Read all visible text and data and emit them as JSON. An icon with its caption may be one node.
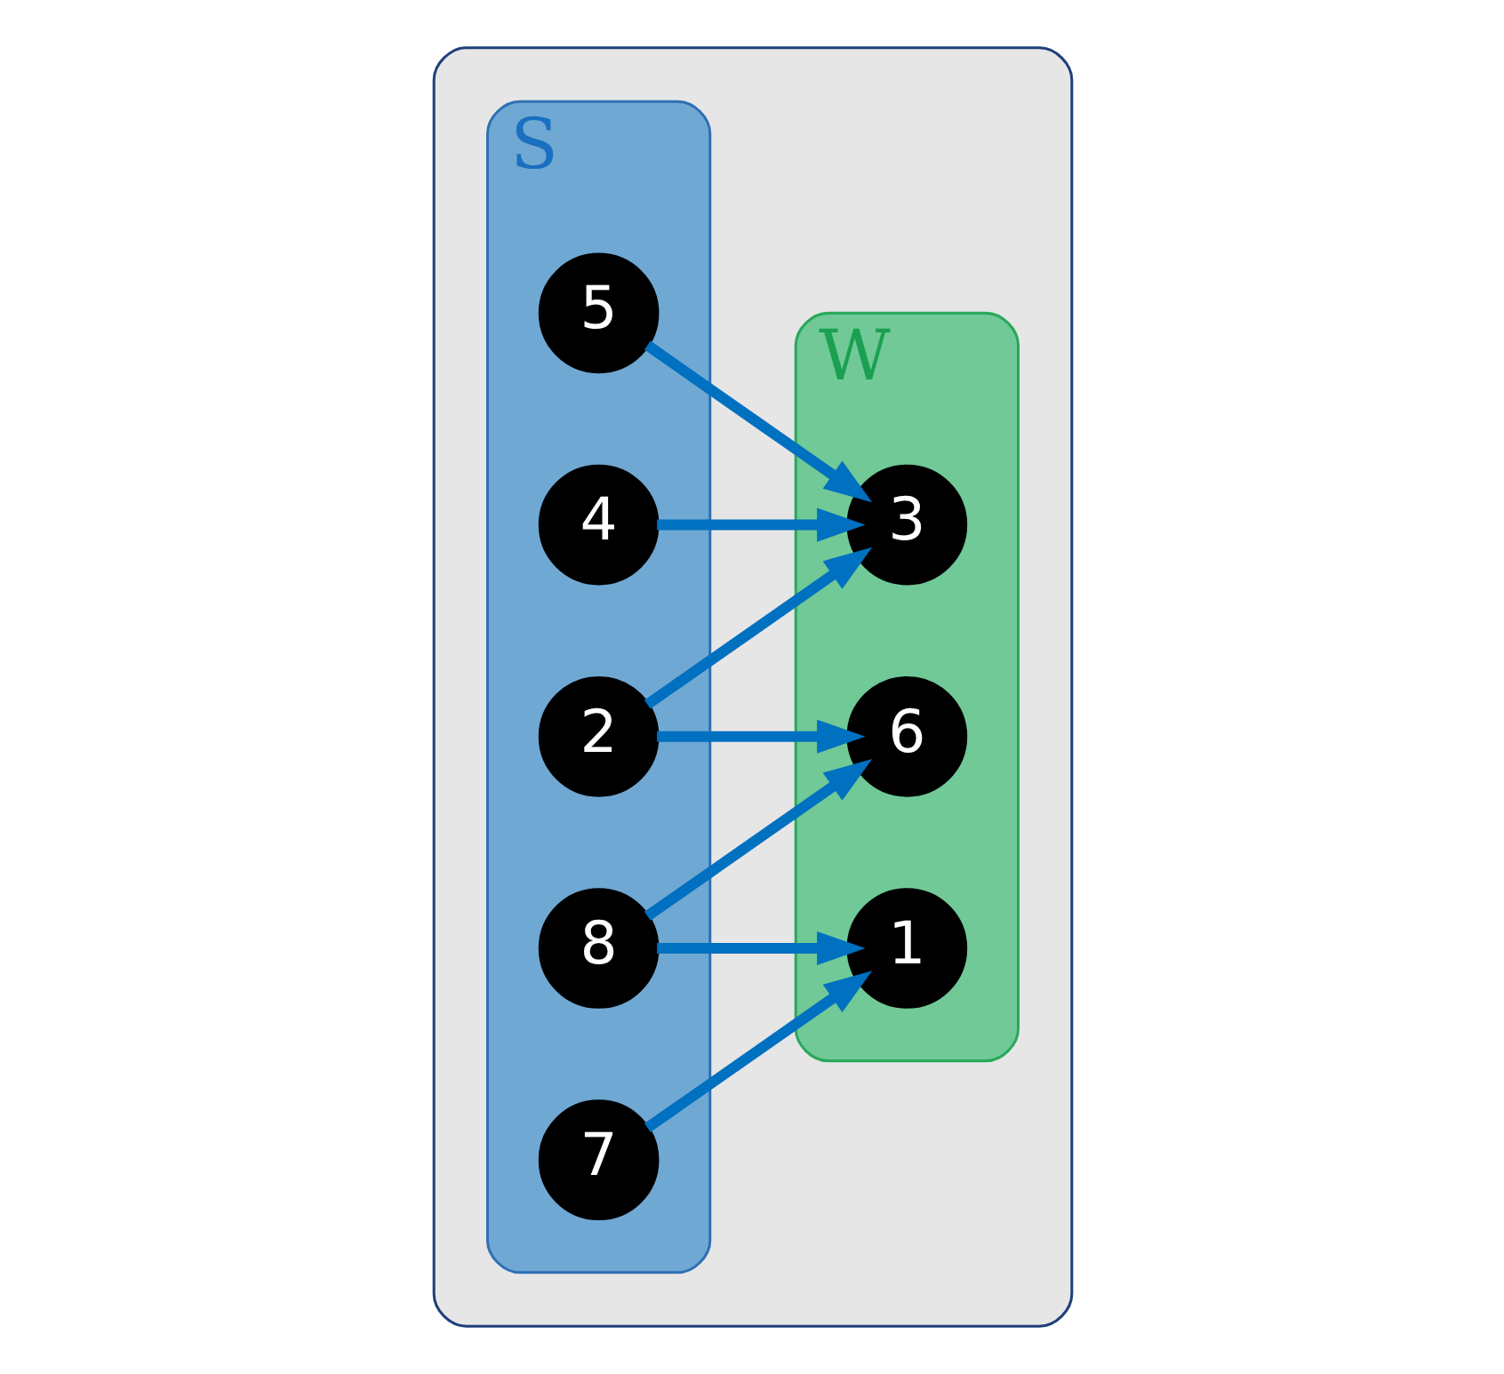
{
  "diagram": {
    "nodes": [
      {
        "text": [],
        "shape": "box"
      },
      {
        "text": [
          "S"
        ],
        "in": 0
      },
      {
        "text": [
          "W"
        ],
        "in": 0
      },
      {
        "text": [
          "4"
        ],
        "in": 1
      },
      {
        "text": [
          "5"
        ],
        "in": 1
      },
      {
        "text": [
          "7"
        ],
        "in": 1
      },
      {
        "text": [
          "2"
        ],
        "in": 1
      },
      {
        "text": [
          "8"
        ],
        "in": 1
      },
      {
        "text": [
          "1"
        ],
        "in": 2
      },
      {
        "text": [
          "3"
        ],
        "in": 2
      },
      {
        "text": [
          "6"
        ],
        "in": 2
      }
    ],
    "edges": [
      {
        "from": 3,
        "to": 9,
        "arrow": "to"
      },
      {
        "from": 4,
        "to": 9,
        "arrow": "to"
      },
      {
        "from": 5,
        "to": 8,
        "arrow": "to"
      },
      {
        "from": 6,
        "to": 9,
        "arrow": "to"
      },
      {
        "from": 6,
        "to": 10,
        "arrow": "to"
      },
      {
        "from": 7,
        "to": 8,
        "arrow": "to"
      },
      {
        "from": 7,
        "to": 10,
        "arrow": "to"
      }
    ]
  }
}
